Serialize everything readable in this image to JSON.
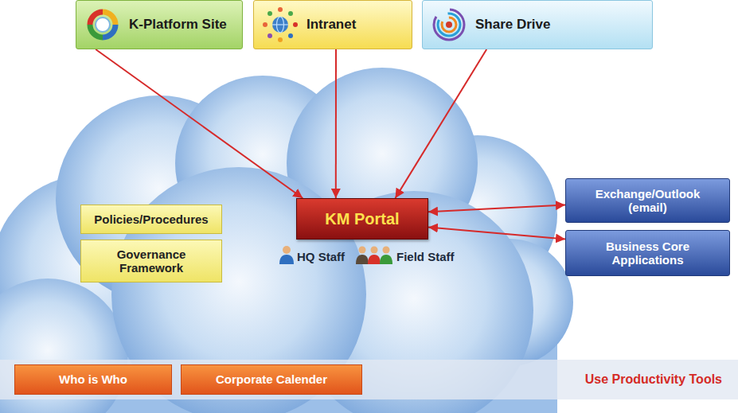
{
  "diagram": {
    "nodes": [
      {
        "text": [
          "K-Platform Site"
        ]
      },
      {
        "text": [
          "Intranet"
        ]
      },
      {
        "text": [
          "Share Drive"
        ]
      },
      {
        "text": [
          "Policies/Procedures"
        ]
      },
      {
        "text": [
          "KM Portal"
        ]
      },
      {
        "text": [
          "Exchange/Outlook (email)"
        ]
      },
      {
        "text": [
          "Governance Framework"
        ]
      },
      {
        "text": [
          "Business Core Applications"
        ]
      },
      {
        "text": [
          "Use Productivity Tools"
        ]
      },
      {
        "text": [
          "Who is Who"
        ],
        "in": 8
      },
      {
        "text": [
          "Corporate Calender"
        ],
        "in": 8
      }
    ],
    "edges": [
      {
        "from": 0,
        "to": 4,
        "arrow": "to"
      },
      {
        "from": 1,
        "to": 4,
        "arrow": "to"
      },
      {
        "from": 2,
        "to": 4,
        "arrow": "to"
      },
      {
        "from": 4,
        "to": 5,
        "arrow": "both"
      },
      {
        "from": 4,
        "to": 7,
        "arrow": "both"
      }
    ],
    "labels": [
      "HQ Staff",
      "Field Staff"
    ]
  }
}
